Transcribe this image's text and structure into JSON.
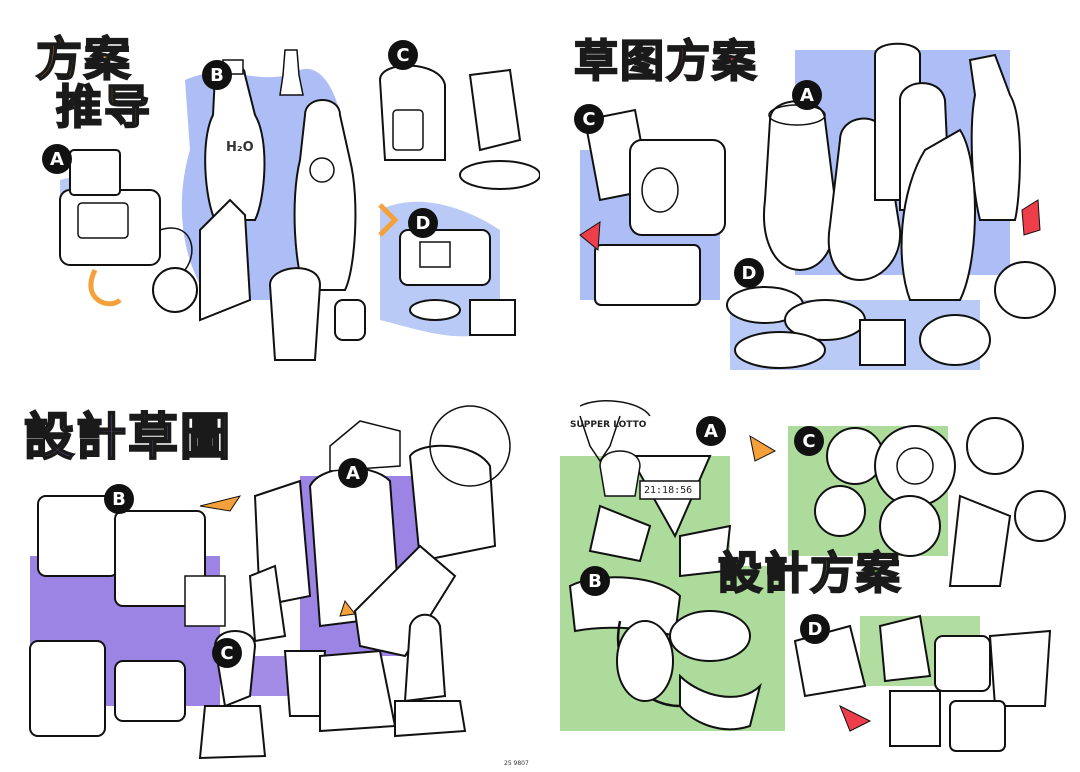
{
  "titles": {
    "p1": [
      "方案",
      "推导"
    ],
    "p2": "草图方案",
    "p3": "設計草圖",
    "p4": "設計方案"
  },
  "markers": {
    "p1": [
      "A",
      "B",
      "C",
      "D"
    ],
    "p2": [
      "A",
      "C",
      "D"
    ],
    "p3": [
      "A",
      "B",
      "C"
    ],
    "p4": [
      "A",
      "B",
      "C",
      "D"
    ]
  },
  "labels": {
    "h2o": "H₂O",
    "lotto": "SUPPER LOTTO",
    "clock": "21:18:56",
    "signature": "25 9807"
  },
  "colors": {
    "blue": "#8fa9f0",
    "purple": "#8b6fe0",
    "green": "#9ed58a",
    "orange": "#f5a03a",
    "red": "#ee3e4a"
  }
}
